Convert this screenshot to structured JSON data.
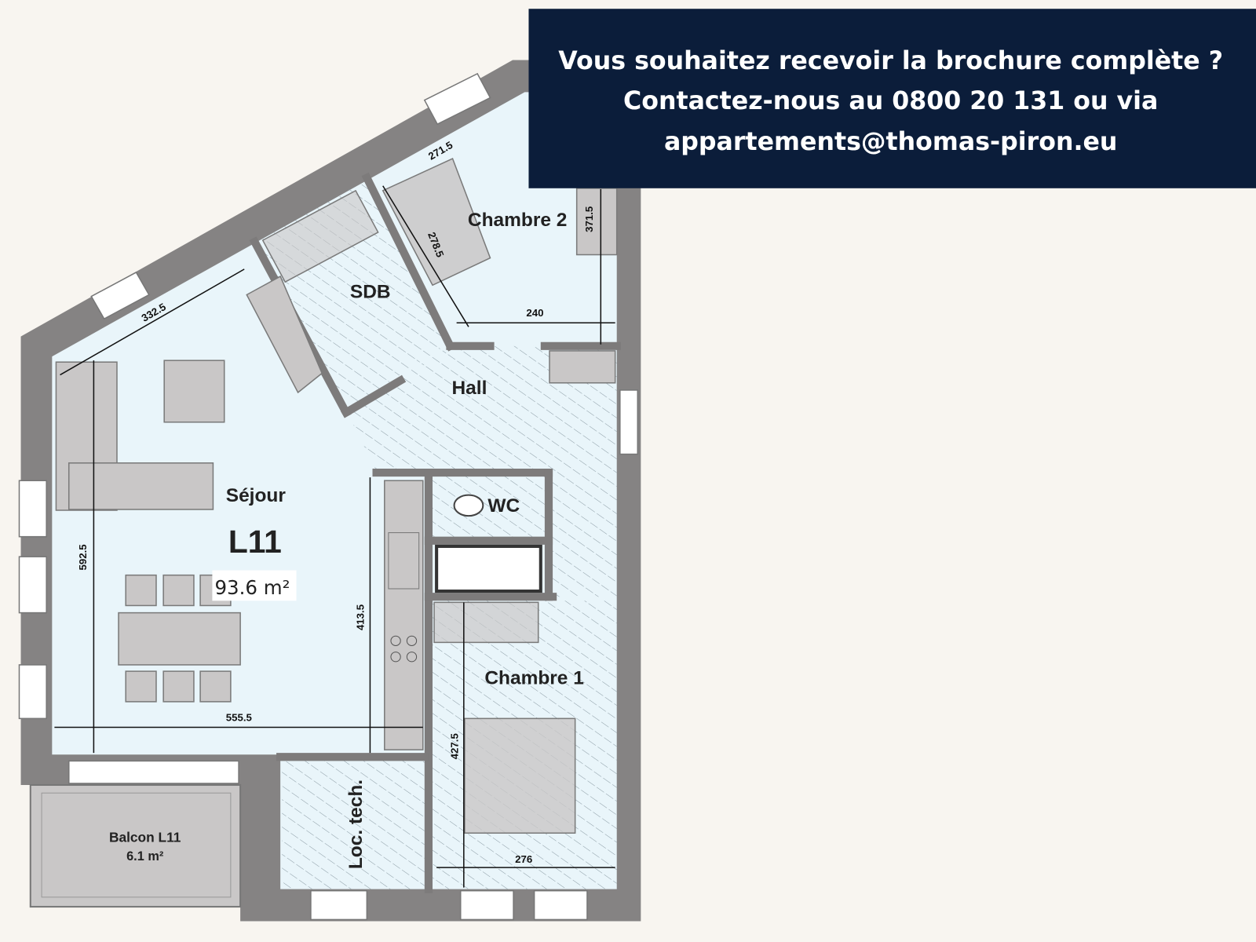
{
  "banner": {
    "lines": [
      "Vous souhaitez recevoir la brochure complète ?",
      "Contactez-nous au 0800 20 131 ou via",
      "appartements@thomas-piron.eu"
    ],
    "background": "#0b1d3a"
  },
  "plan": {
    "unit_code": "L11",
    "unit_area": "93.6 m²",
    "rooms": {
      "sejour": "Séjour",
      "sdb": "SDB",
      "chambre2": "Chambre 2",
      "hall": "Hall",
      "wc": "WC",
      "chambre1": "Chambre 1",
      "loc_tech": "Loc. tech.",
      "balcon": "Balcon L11",
      "balcon_area": "6.1 m²"
    },
    "dimensions": {
      "d271": "271.5",
      "d3715": "371.5",
      "d2785": "278.5",
      "d3325": "332.5",
      "d240": "240",
      "d5925": "592.5",
      "d4135": "413.5",
      "d5555": "555.5",
      "d4275": "427.5",
      "d276": "276"
    },
    "colors": {
      "wall": "#858383",
      "floor": "#e9f5fa",
      "furniture": "#c9c7c7"
    }
  }
}
